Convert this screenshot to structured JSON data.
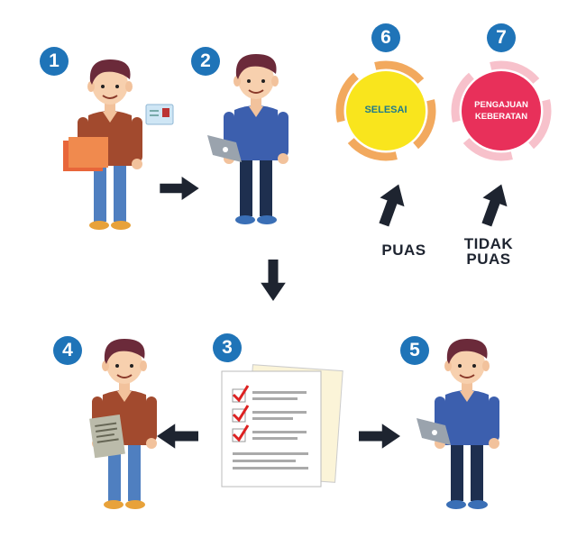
{
  "steps": [
    "1",
    "2",
    "3",
    "4",
    "5",
    "6",
    "7"
  ],
  "outcomes": {
    "selesai": "SELESAI",
    "keberatan_line1": "PENGAJUAN",
    "keberatan_line2": "KEBERATAN"
  },
  "labels": {
    "puas": "PUAS",
    "tidak_puas_line1": "TIDAK",
    "tidak_puas_line2": "PUAS"
  },
  "colors": {
    "badge": "#1f74b8",
    "selesai_fill": "#f9e51d",
    "selesai_ring": "#f2a95e",
    "selesai_text": "#1f7a8c",
    "keberatan_fill": "#e8305a",
    "keberatan_ring": "#f7c1cb",
    "arrow": "#1e2430"
  }
}
